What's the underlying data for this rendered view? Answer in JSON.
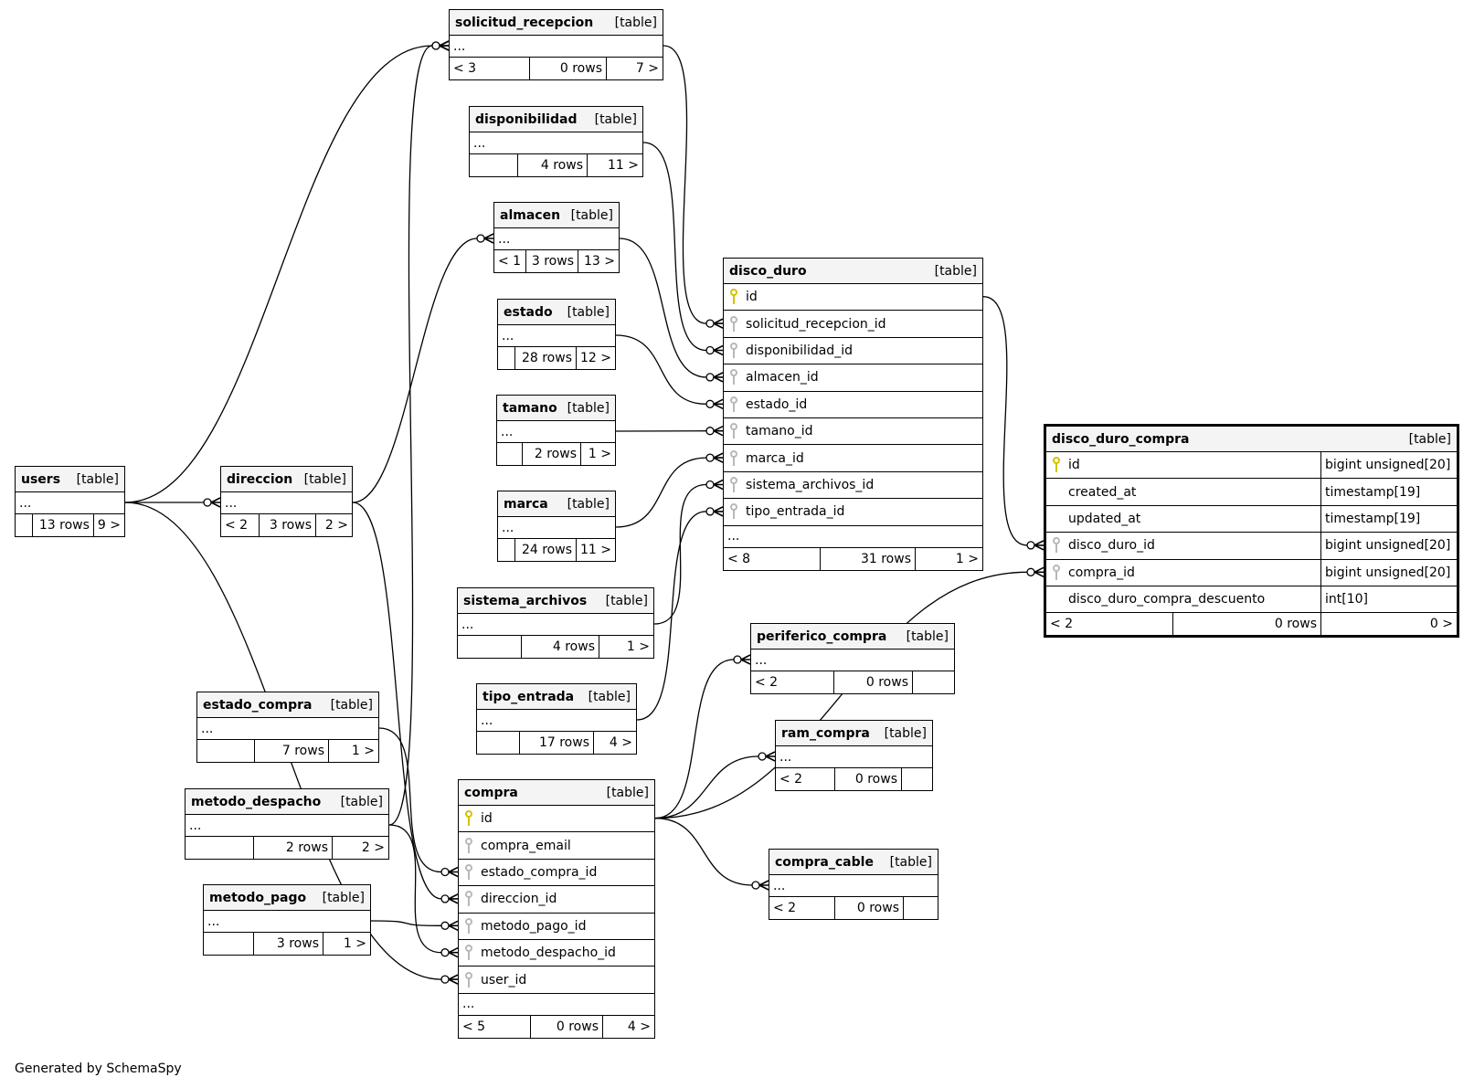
{
  "footer_note": "Generated by SchemaSpy",
  "colors": {
    "pk_key": "#d4c200",
    "fk_key": "#b8b8b8",
    "header_bg": "#f4f4f4",
    "line": "#000000"
  },
  "table_tag": "[table]",
  "ellipsis": "...",
  "tables": {
    "solicitud_recepcion": {
      "name": "solicitud_recepcion",
      "parents": "< 3",
      "rows": "0 rows",
      "children": "7 >"
    },
    "disponibilidad": {
      "name": "disponibilidad",
      "parents": "",
      "rows": "4 rows",
      "children": "11 >"
    },
    "almacen": {
      "name": "almacen",
      "parents": "< 1",
      "rows": "3 rows",
      "children": "13 >"
    },
    "estado": {
      "name": "estado",
      "parents": "",
      "rows": "28 rows",
      "children": "12 >"
    },
    "tamano": {
      "name": "tamano",
      "parents": "",
      "rows": "2 rows",
      "children": "1 >"
    },
    "marca": {
      "name": "marca",
      "parents": "",
      "rows": "24 rows",
      "children": "11 >"
    },
    "sistema_archivos": {
      "name": "sistema_archivos",
      "parents": "",
      "rows": "4 rows",
      "children": "1 >"
    },
    "tipo_entrada": {
      "name": "tipo_entrada",
      "parents": "",
      "rows": "17 rows",
      "children": "4 >"
    },
    "users": {
      "name": "users",
      "parents": "",
      "rows": "13 rows",
      "children": "9 >"
    },
    "direccion": {
      "name": "direccion",
      "parents": "< 2",
      "rows": "3 rows",
      "children": "2 >"
    },
    "estado_compra": {
      "name": "estado_compra",
      "parents": "",
      "rows": "7 rows",
      "children": "1 >"
    },
    "metodo_despacho": {
      "name": "metodo_despacho",
      "parents": "",
      "rows": "2 rows",
      "children": "2 >"
    },
    "metodo_pago": {
      "name": "metodo_pago",
      "parents": "",
      "rows": "3 rows",
      "children": "1 >"
    },
    "periferico_compra": {
      "name": "periferico_compra",
      "parents": "< 2",
      "rows": "0 rows",
      "children": ""
    },
    "ram_compra": {
      "name": "ram_compra",
      "parents": "< 2",
      "rows": "0 rows",
      "children": ""
    },
    "compra_cable": {
      "name": "compra_cable",
      "parents": "< 2",
      "rows": "0 rows",
      "children": ""
    },
    "disco_duro": {
      "name": "disco_duro",
      "parents": "< 8",
      "rows": "31 rows",
      "children": "1 >",
      "columns": [
        {
          "name": "id",
          "key": "pk"
        },
        {
          "name": "solicitud_recepcion_id",
          "key": "fk"
        },
        {
          "name": "disponibilidad_id",
          "key": "fk"
        },
        {
          "name": "almacen_id",
          "key": "fk"
        },
        {
          "name": "estado_id",
          "key": "fk"
        },
        {
          "name": "tamano_id",
          "key": "fk"
        },
        {
          "name": "marca_id",
          "key": "fk"
        },
        {
          "name": "sistema_archivos_id",
          "key": "fk"
        },
        {
          "name": "tipo_entrada_id",
          "key": "fk"
        }
      ]
    },
    "compra": {
      "name": "compra",
      "parents": "< 5",
      "rows": "0 rows",
      "children": "4 >",
      "columns": [
        {
          "name": "id",
          "key": "pk"
        },
        {
          "name": "compra_email",
          "key": "fk"
        },
        {
          "name": "estado_compra_id",
          "key": "fk"
        },
        {
          "name": "direccion_id",
          "key": "fk"
        },
        {
          "name": "metodo_pago_id",
          "key": "fk"
        },
        {
          "name": "metodo_despacho_id",
          "key": "fk"
        },
        {
          "name": "user_id",
          "key": "fk"
        }
      ]
    },
    "disco_duro_compra": {
      "name": "disco_duro_compra",
      "parents": "< 2",
      "rows": "0 rows",
      "children": "0 >",
      "columns": [
        {
          "name": "id",
          "key": "pk",
          "type": "bigint unsigned[20]"
        },
        {
          "name": "created_at",
          "key": "",
          "type": "timestamp[19]"
        },
        {
          "name": "updated_at",
          "key": "",
          "type": "timestamp[19]"
        },
        {
          "name": "disco_duro_id",
          "key": "fk",
          "type": "bigint unsigned[20]"
        },
        {
          "name": "compra_id",
          "key": "fk",
          "type": "bigint unsigned[20]"
        },
        {
          "name": "disco_duro_compra_descuento",
          "key": "",
          "type": "int[10]"
        }
      ]
    }
  },
  "relationships": [
    {
      "from": "users",
      "to": "solicitud_recepcion"
    },
    {
      "from": "users",
      "to": "direccion"
    },
    {
      "from": "users",
      "to": "compra.user_id"
    },
    {
      "from": "direccion",
      "to": "almacen"
    },
    {
      "from": "direccion",
      "to": "compra.direccion_id"
    },
    {
      "from": "metodo_despacho",
      "to": "solicitud_recepcion"
    },
    {
      "from": "metodo_despacho",
      "to": "compra.metodo_despacho_id"
    },
    {
      "from": "estado_compra",
      "to": "compra.estado_compra_id"
    },
    {
      "from": "metodo_pago",
      "to": "compra.metodo_pago_id"
    },
    {
      "from": "solicitud_recepcion",
      "to": "disco_duro.solicitud_recepcion_id"
    },
    {
      "from": "disponibilidad",
      "to": "disco_duro.disponibilidad_id"
    },
    {
      "from": "almacen",
      "to": "disco_duro.almacen_id"
    },
    {
      "from": "estado",
      "to": "disco_duro.estado_id"
    },
    {
      "from": "tamano",
      "to": "disco_duro.tamano_id"
    },
    {
      "from": "marca",
      "to": "disco_duro.marca_id"
    },
    {
      "from": "sistema_archivos",
      "to": "disco_duro.sistema_archivos_id"
    },
    {
      "from": "tipo_entrada",
      "to": "disco_duro.tipo_entrada_id"
    },
    {
      "from": "disco_duro.id",
      "to": "disco_duro_compra.disco_duro_id"
    },
    {
      "from": "compra.id",
      "to": "disco_duro_compra.compra_id"
    },
    {
      "from": "compra.id",
      "to": "periferico_compra"
    },
    {
      "from": "compra.id",
      "to": "ram_compra"
    },
    {
      "from": "compra.id",
      "to": "compra_cable"
    }
  ]
}
